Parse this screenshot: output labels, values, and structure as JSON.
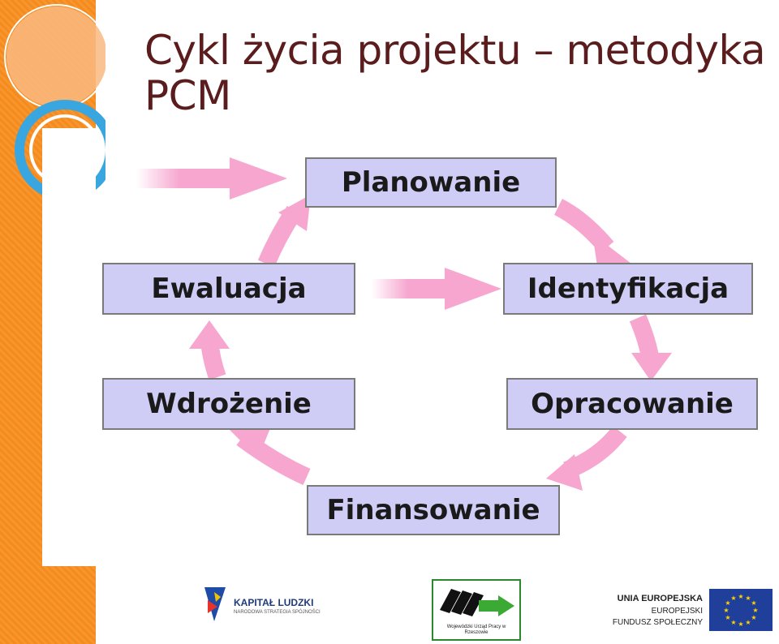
{
  "slide": {
    "title": "Cykl życia projektu – metodyka PCM"
  },
  "diagram": {
    "stages": [
      "Planowanie",
      "Identyfikacja",
      "Opracowanie",
      "Finansowanie",
      "Wdrożenie",
      "Ewaluacja"
    ]
  },
  "logos": {
    "kapital_ludzki": {
      "name": "KAPITAŁ LUDZKI",
      "subtitle": "NARODOWA STRATEGIA SPÓJNOŚCI"
    },
    "wup": {
      "caption": "Wojewódzki Urząd Pracy w Rzeszowie"
    },
    "ue": {
      "line1": "UNIA EUROPEJSKA",
      "line2": "EUROPEJSKI",
      "line3": "FUNDUSZ SPOŁECZNY"
    }
  },
  "colors": {
    "sidebar": "#f58a1e",
    "title": "#5a1c1c",
    "box_fill": "#cfcdf6",
    "arrow": "#f6a6cf"
  }
}
